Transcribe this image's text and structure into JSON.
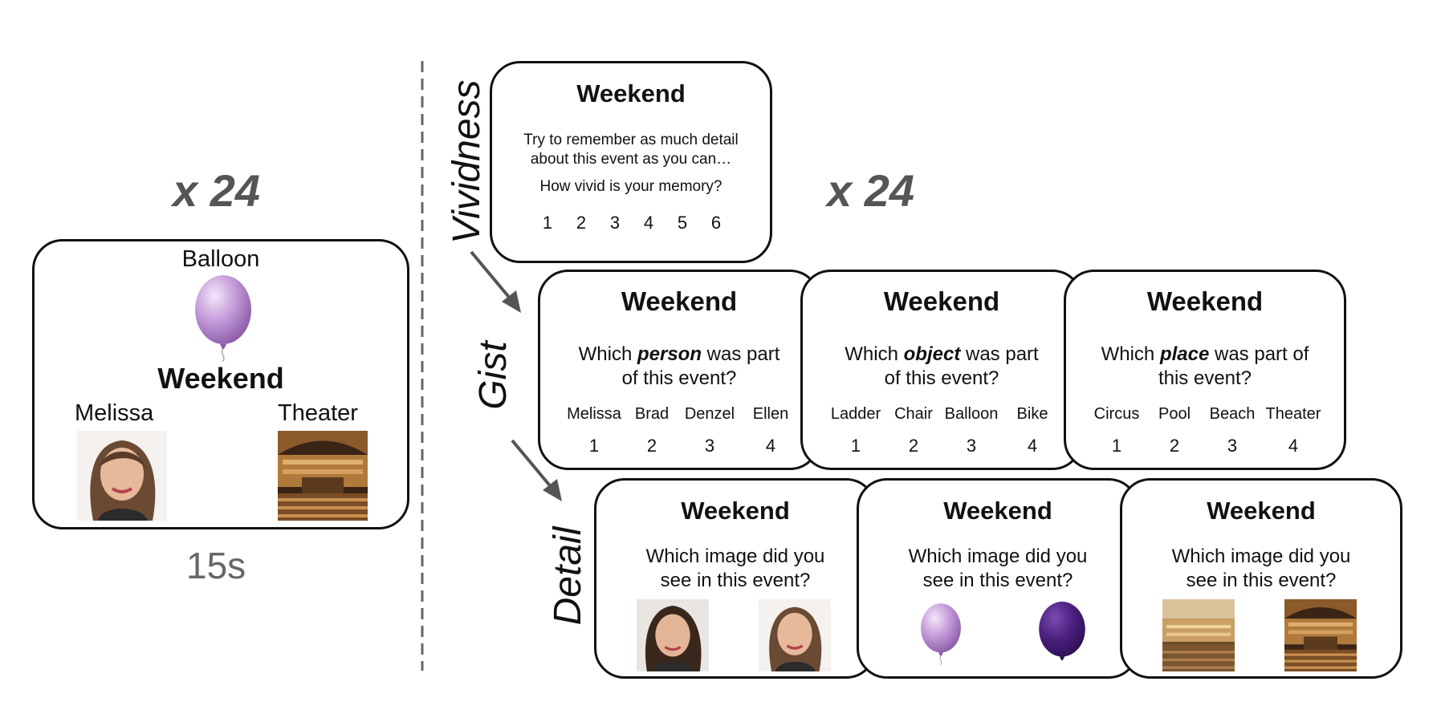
{
  "study": {
    "repeat_label": "x 24",
    "object_label": "Balloon",
    "event_label": "Weekend",
    "person_label": "Melissa",
    "place_label": "Theater",
    "duration_label": "15s"
  },
  "test": {
    "repeat_label": "x 24",
    "labels": {
      "vividness": "Vividness",
      "gist": "Gist",
      "detail": "Detail"
    },
    "vividness_card": {
      "title": "Weekend",
      "instruction_line1": "Try to remember as much detail",
      "instruction_line2": "about this event as you can…",
      "question": "How vivid is your memory?",
      "scale": [
        "1",
        "2",
        "3",
        "4",
        "5",
        "6"
      ]
    },
    "gist_cards": [
      {
        "title": "Weekend",
        "q_pre": "Which ",
        "q_em": "person",
        "q_post": " was part",
        "q_line2": "of this event?",
        "options": [
          "Melissa",
          "Brad",
          "Denzel",
          "Ellen"
        ],
        "numbers": [
          "1",
          "2",
          "3",
          "4"
        ]
      },
      {
        "title": "Weekend",
        "q_pre": "Which ",
        "q_em": "object",
        "q_post": " was part",
        "q_line2": "of this event?",
        "options": [
          "Ladder",
          "Chair",
          "Balloon",
          "Bike"
        ],
        "numbers": [
          "1",
          "2",
          "3",
          "4"
        ]
      },
      {
        "title": "Weekend",
        "q_pre": "Which ",
        "q_em": "place",
        "q_post": " was part of",
        "q_line2": "this event?",
        "options": [
          "Circus",
          "Pool",
          "Beach",
          "Theater"
        ],
        "numbers": [
          "1",
          "2",
          "3",
          "4"
        ]
      }
    ],
    "detail_cards": [
      {
        "title": "Weekend",
        "q_line1": "Which image did you",
        "q_line2": "see in this event?"
      },
      {
        "title": "Weekend",
        "q_line1": "Which image did you",
        "q_line2": "see in this event?"
      },
      {
        "title": "Weekend",
        "q_line1": "Which image did you",
        "q_line2": "see in this event?"
      }
    ]
  },
  "colors": {
    "balloon_light": "#c9a2dd",
    "balloon_dark": "#4a1f7e",
    "arrow": "#555555",
    "divider": "#666666"
  }
}
